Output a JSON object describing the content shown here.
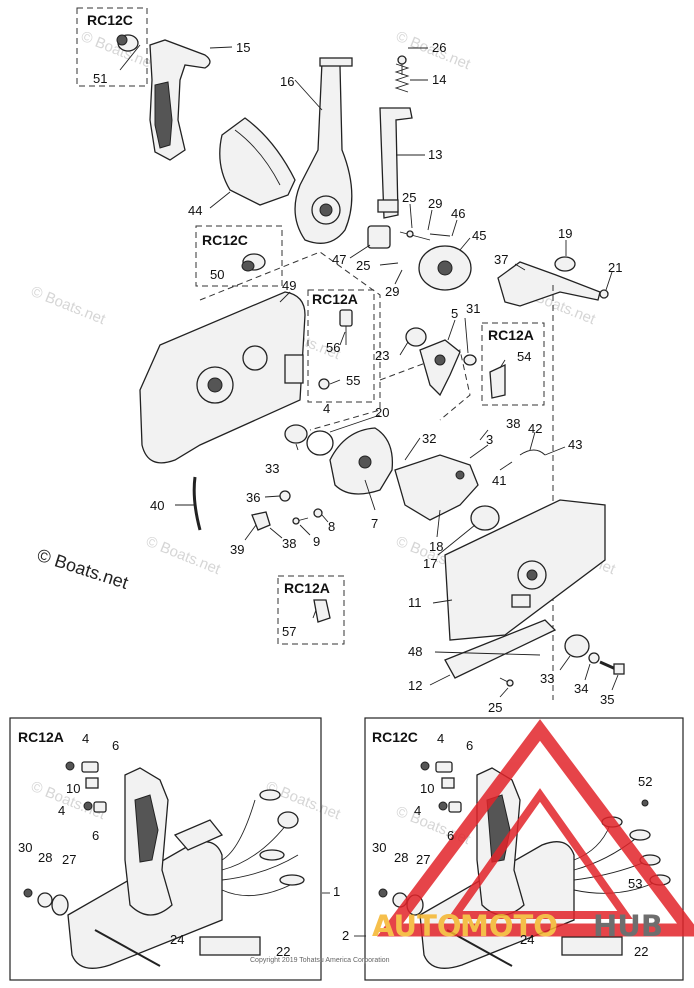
{
  "watermarks": [
    "© Boats.net",
    "© Boats.net",
    "© Boats.net",
    "© Boats.net",
    "© Boats.net",
    "© Boats.net",
    "© Boats.net",
    "© Boats.net",
    "© Boats.net",
    "© Boats.net",
    "© Boats.net"
  ],
  "copyright": "© Boats.net",
  "footer": "Copyright 2019 Tohatsu America Corporation",
  "brand": {
    "part1": "AUTO",
    "part2": "MOTO",
    "part3": "HUB",
    "color_light": "#f5b52c",
    "color_dark": "#555555",
    "triangle": "#e2242a"
  },
  "variants": {
    "box_rc12c_top": "RC12C",
    "box_rc12c_mid": "RC12C",
    "box_rc12a_mid": "RC12A",
    "box_rc12a_right": "RC12A",
    "box_rc12a_low": "RC12A",
    "panel_left": "RC12A",
    "panel_right": "RC12C"
  },
  "callouts": {
    "c15": "15",
    "c51": "51",
    "c26": "26",
    "c14": "14",
    "c16": "16",
    "c13": "13",
    "c44": "44",
    "c25a": "25",
    "c29a": "29",
    "c46": "46",
    "c50": "50",
    "c47": "47",
    "c45": "45",
    "c19": "19",
    "c37": "37",
    "c25b": "25",
    "c21": "21",
    "c29b": "29",
    "c49": "49",
    "c31": "31",
    "c5": "5",
    "c56": "56",
    "c23": "23",
    "c54": "54",
    "c55": "55",
    "c4": "4",
    "c20": "20",
    "c38a": "38",
    "c42": "42",
    "c3": "3",
    "c32": "32",
    "c43": "43",
    "c33a": "33",
    "c41": "41",
    "c40": "40",
    "c36": "36",
    "c8": "8",
    "c7": "7",
    "c9": "9",
    "c39": "39",
    "c38b": "38",
    "c18": "18",
    "c17": "17",
    "c11": "11",
    "c57": "57",
    "c48": "48",
    "c33b": "33",
    "c34": "34",
    "c35": "35",
    "c12": "12",
    "c25c": "25",
    "l4a": "4",
    "l6a": "6",
    "l10": "10",
    "l4b": "4",
    "l6b": "6",
    "l30": "30",
    "l28": "28",
    "l27": "27",
    "l24": "24",
    "l22": "22",
    "l1": "1",
    "r4a": "4",
    "r6a": "6",
    "r10": "10",
    "r4b": "4",
    "r6b": "6",
    "r52": "52",
    "r30": "30",
    "r28": "28",
    "r27": "27",
    "r53": "53",
    "r24": "24",
    "r22": "22",
    "r2": "2"
  }
}
